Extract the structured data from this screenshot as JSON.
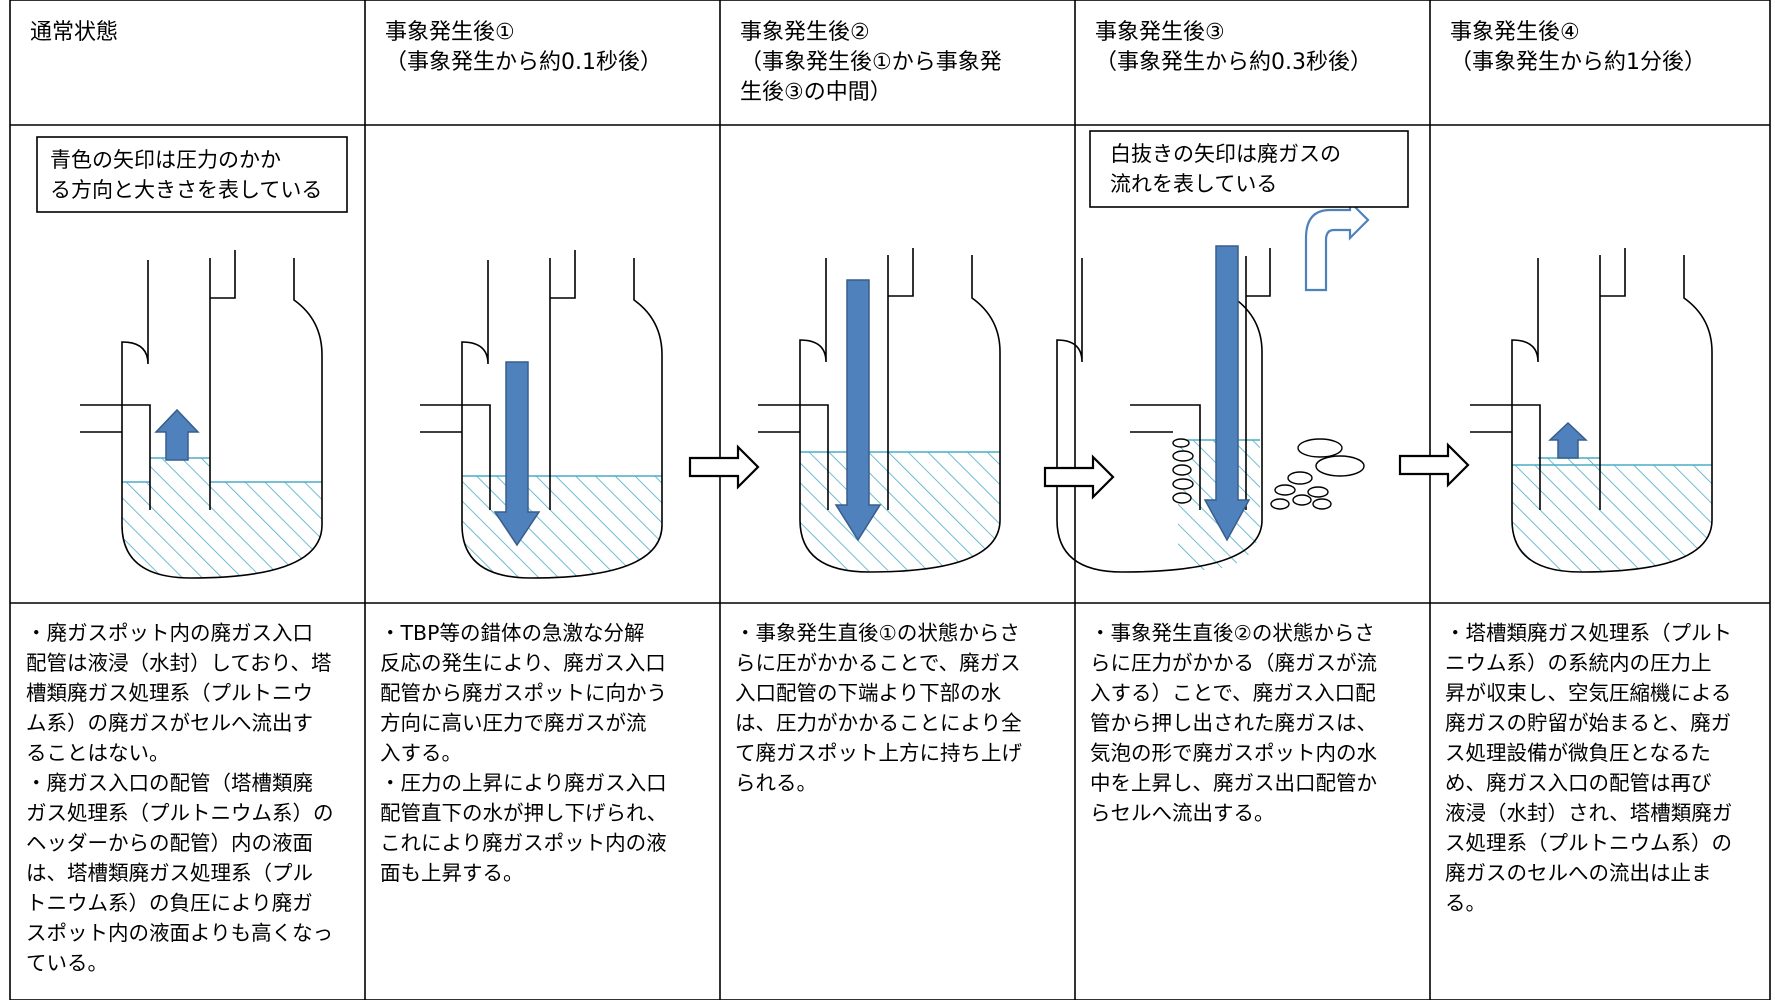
{
  "headers": [
    "通常状態",
    "事象発生後①\n（事象発生から約0.1秒後）",
    "事象発生後②\n（事象発生後①から事象発\n生後③の中間）",
    "事象発生後③\n（事象発生から約0.3秒後）",
    "事象発生後④\n（事象発生から約1分後）"
  ],
  "notes": {
    "pressure_arrow": "青色の矢印は圧力のかか\nる方向と大きさを表している",
    "gas_flow_arrow": "白抜きの矢印は廃ガスの\n流れを表している"
  },
  "descriptions": [
    "・廃ガスポット内の廃ガス入口\n配管は液浸（水封）しており、塔\n槽類廃ガス処理系（プルトニウ\nム系）の廃ガスがセルへ流出す\nることはない。\n・廃ガス入口の配管（塔槽類廃\nガス処理系（プルトニウム系）の\nヘッダーからの配管）内の液面\nは、塔槽類廃ガス処理系（プル\nトニウム系）の負圧により廃ガ\nスポット内の液面よりも高くなっ\nている。",
    "・TBP等の錯体の急激な分解\n反応の発生により、廃ガス入口\n配管から廃ガスポットに向かう\n方向に高い圧力で廃ガスが流\n入する。\n・圧力の上昇により廃ガス入口\n配管直下の水が押し下げられ、\nこれにより廃ガスポット内の液\n面も上昇する。",
    "・事象発生直後①の状態からさ\nらに圧がかかることで、廃ガス\n入口配管の下端より下部の水\nは、圧力がかかることにより全\nて廃ガスポット上方に持ち上げ\nられる。",
    "・事象発生直後②の状態からさ\nらに圧力がかかる（廃ガスが流\n入する）ことで、廃ガス入口配\n管から押し出された廃ガスは、\n気泡の形で廃ガスポット内の水\n中を上昇し、廃ガス出口配管か\nらセルへ流出する。",
    "・塔槽類廃ガス処理系（プルト\nニウム系）の系統内の圧力上\n昇が収束し、空気圧縮機による\n廃ガスの貯留が始まると、廃ガ\nス処理設備が微負圧となるた\nめ、廃ガス入口の配管は再び\n液浸（水封）され、塔槽類廃ガ\nス処理系（プルトニウム系）の\n廃ガスのセルへの流出は止ま\nる。"
  ],
  "colors": {
    "pressure_arrow_fill": "#4f81bd",
    "pressure_arrow_edge": "#385d8a",
    "water_hatch": "#4bacc6",
    "line": "#000000"
  }
}
